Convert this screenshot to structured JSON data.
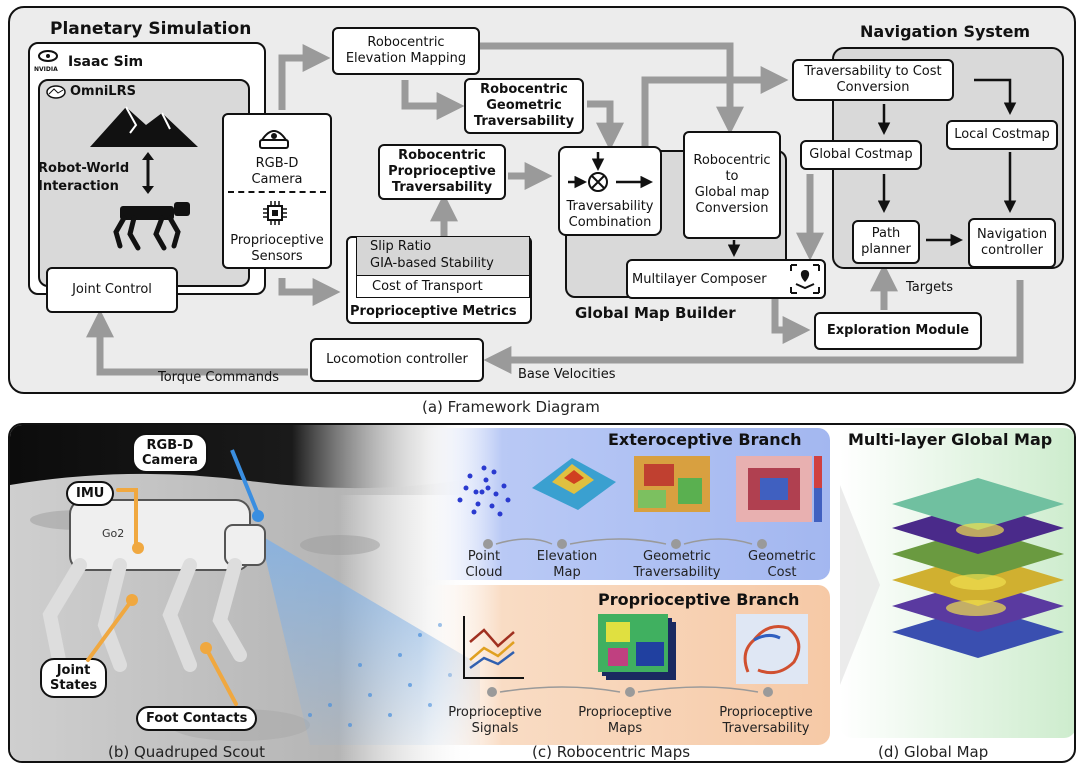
{
  "top": {
    "planetary_title": "Planetary Simulation",
    "isaac_sim": "Isaac Sim",
    "nvidia": "NVIDIA",
    "omnilrs": "OmniLRS",
    "robot_world": "Robot-World\nInteraction",
    "joint_control": "Joint Control",
    "rgbd_camera": "RGB-D\nCamera",
    "proprio_sensors": "Proprioceptive\nSensors",
    "elev_mapping": "Robocentric\nElevation Mapping",
    "geom_trav": "Robocentric\nGeometric\nTraversability",
    "proprio_trav": "Robocentric\nProprioceptive\nTraversability",
    "slip_ratio": "Slip Ratio",
    "gia_stability": "GIA-based Stability",
    "cost_transport": "Cost of Transport",
    "proprio_metrics": "Proprioceptive Metrics",
    "trav_combination": "Traversability\nCombination",
    "robo_to_global": "Robocentric\nto\nGlobal map\nConversion",
    "multilayer_composer": "Multilayer Composer",
    "global_map_builder": "Global Map Builder",
    "nav_title": "Navigation System",
    "trav_to_cost": "Traversability to Cost\nConversion",
    "global_costmap": "Global Costmap",
    "local_costmap": "Local Costmap",
    "path_planner": "Path\nplanner",
    "nav_controller": "Navigation\ncontroller",
    "targets": "Targets",
    "exploration": "Exploration Module",
    "locomotion": "Locomotion controller",
    "torque": "Torque Commands",
    "base_vel": "Base Velocities",
    "caption_a": "(a) Framework Diagram"
  },
  "bottom": {
    "rgbd": "RGB-D\nCamera",
    "imu": "IMU",
    "joint_states": "Joint\nStates",
    "foot_contacts": "Foot Contacts",
    "go2": "Go2",
    "extero_title": "Exteroceptive Branch",
    "point_cloud": "Point\nCloud",
    "elev_map": "Elevation\nMap",
    "geom_trav": "Geometric\nTraversability",
    "geom_cost": "Geometric\nCost",
    "proprio_title": "Proprioceptive Branch",
    "proprio_signals": "Proprioceptive\nSignals",
    "proprio_maps": "Proprioceptive\nMaps",
    "proprio_trav": "Proprioceptive\nTraversability",
    "ml_title": "Multi-layer Global Map",
    "caption_b": "(b) Quadruped Scout",
    "caption_c": "(c) Robocentric Maps",
    "caption_d": "(d) Global Map"
  }
}
